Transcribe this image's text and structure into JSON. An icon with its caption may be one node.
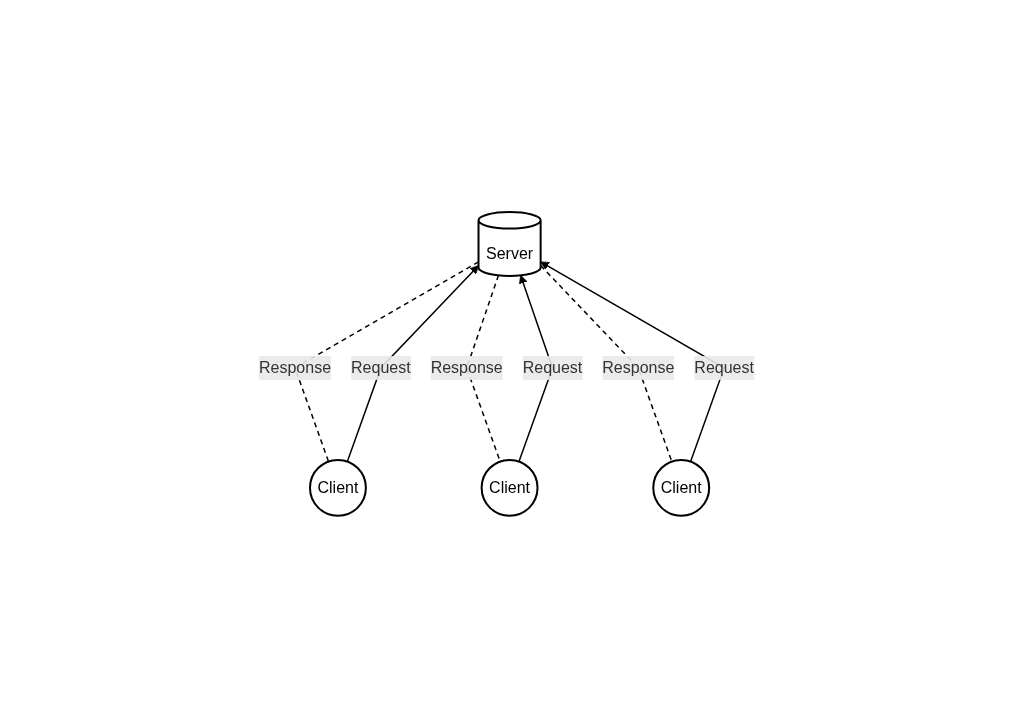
{
  "diagram": {
    "nodes": [
      {
        "text": [
          "Server"
        ]
      },
      {
        "text": [
          "Client"
        ]
      },
      {
        "text": [
          "Client"
        ]
      },
      {
        "text": [
          "Client"
        ]
      }
    ],
    "edges": [
      {
        "from": 0,
        "to": 1,
        "arrow": "none",
        "style": "dashed",
        "label": "Response"
      },
      {
        "from": 1,
        "to": 0,
        "arrow": "to",
        "label": "Request"
      },
      {
        "from": 0,
        "to": 2,
        "arrow": "none",
        "style": "dashed",
        "label": "Response"
      },
      {
        "from": 2,
        "to": 0,
        "arrow": "to",
        "label": "Request"
      },
      {
        "from": 0,
        "to": 3,
        "arrow": "none",
        "style": "dashed",
        "label": "Response"
      },
      {
        "from": 3,
        "to": 0,
        "arrow": "to",
        "label": "Request"
      }
    ]
  }
}
